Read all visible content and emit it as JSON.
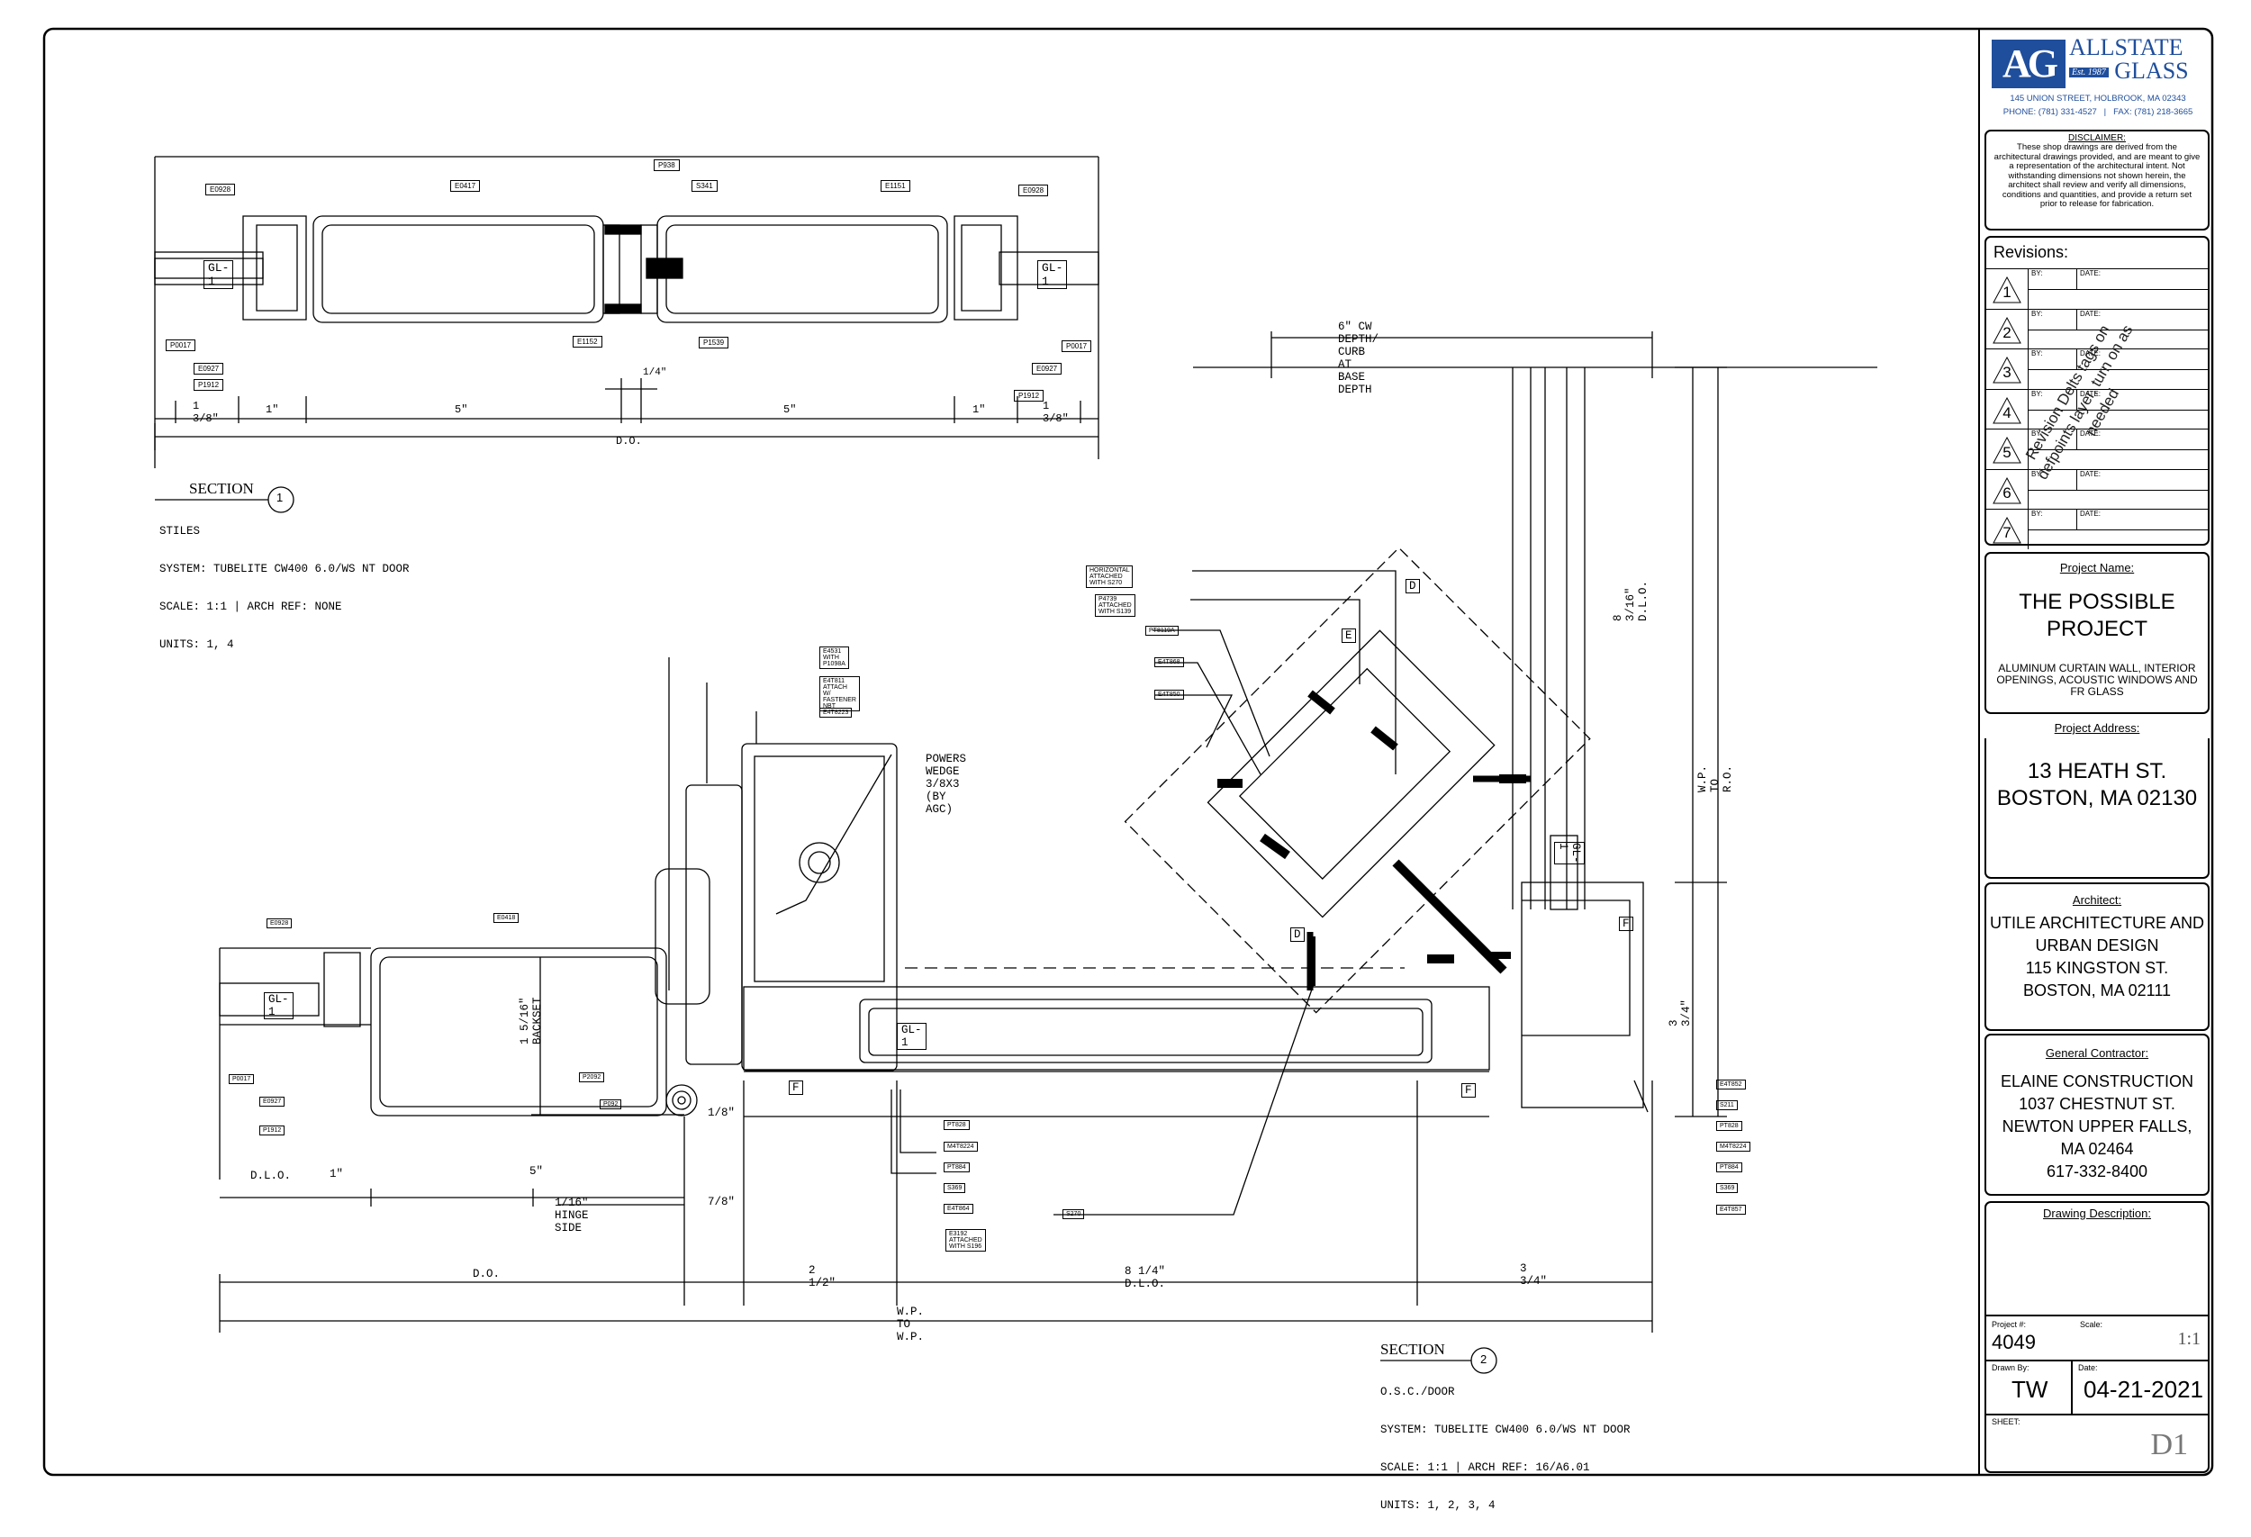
{
  "company": {
    "logo_letters": "AG",
    "name_line1": "ALLSTATE",
    "name_line2": "GLASS",
    "established": "Est. 1987",
    "address": "145 UNION STREET, HOLBROOK, MA 02343",
    "contact": "PHONE: (781) 331-4527   |   FAX: (781) 218-3665",
    "brand_color": "#1f4e9c"
  },
  "disclaimer": {
    "heading": "DISCLAIMER:",
    "text": "These shop drawings are derived from the architectural drawings provided, and are meant to give a representation of the architectural intent. Not withstanding dimensions not shown herein, the architect shall review and verify all dimensions, conditions and quantities, and provide a return set prior to release for fabrication."
  },
  "revisions": {
    "heading": "Revisions:",
    "by_label": "BY:",
    "date_label": "DATE:",
    "numbers": [
      "1",
      "2",
      "3",
      "4",
      "5",
      "6",
      "7"
    ],
    "note": "Revision Delts tags on defpoints layer, turn on as needed"
  },
  "project_name": {
    "label": "Project Name:",
    "value": "THE POSSIBLE PROJECT",
    "scope": "ALUMINUM CURTAIN WALL, INTERIOR OPENINGS, ACOUSTIC WINDOWS AND FR GLASS"
  },
  "project_address": {
    "label": "Project Address:",
    "line1": "13 HEATH ST.",
    "line2": "BOSTON, MA 02130"
  },
  "architect": {
    "label": "Architect:",
    "line1": "UTILE ARCHITECTURE AND",
    "line2": "URBAN DESIGN",
    "line3": "115 KINGSTON ST.",
    "line4": "BOSTON, MA 02111"
  },
  "general_contractor": {
    "label": "General Contractor:",
    "line1": "ELAINE CONSTRUCTION",
    "line2": "1037 CHESTNUT ST.",
    "line3": "NEWTON UPPER FALLS,",
    "line4": "MA 02464",
    "line5": "617-332-8400"
  },
  "drawing_description": {
    "label": "Drawing Description:",
    "value": ""
  },
  "project_number": {
    "label": "Project #:",
    "value": "4049"
  },
  "scale": {
    "label": "Scale:",
    "value": "1:1"
  },
  "drawn_by": {
    "label": "Drawn By:",
    "value": "TW"
  },
  "date": {
    "label": "Date:",
    "value": "04-21-2021"
  },
  "sheet": {
    "label": "SHEET:",
    "value": "D1"
  },
  "section1": {
    "title": "SECTION",
    "number": "1",
    "lines": [
      "STILES",
      "SYSTEM: TUBELITE CW400 6.0/WS NT DOOR",
      "SCALE: 1:1 | ARCH REF: NONE",
      "UNITS: 1, 4"
    ],
    "parts": [
      "E0928",
      "E0417",
      "P938",
      "S341",
      "E1151",
      "E0928",
      "P0017",
      "E0927",
      "P1912",
      "E1152",
      "P1539",
      "P0017",
      "E0927",
      "P1912"
    ],
    "glass_tags": [
      "GL-1",
      "GL-1"
    ],
    "dims": [
      "1 3/8\"",
      "1\"",
      "5\"",
      "5\"",
      "1\"",
      "1 3/8\"",
      "1/4\"",
      "D.O."
    ]
  },
  "section2": {
    "title": "SECTION",
    "number": "2",
    "lines": [
      "O.S.C./DOOR",
      "SYSTEM: TUBELITE CW400 6.0/WS NT DOOR",
      "SCALE: 1:1 | ARCH REF: 16/A6.01",
      "UNITS: 1, 2, 3, 4"
    ],
    "callouts": {
      "top": [
        "E4531 WITH P1098A",
        "E4T811 ATTACH W/ FASTENER NBT",
        "E4T8223"
      ],
      "left": [
        "E0928",
        "E0418",
        "P0017",
        "E0927",
        "P1912",
        "P2092",
        "P092"
      ],
      "diag": [
        "HORIZONTAL ATTACHED WITH S270",
        "P4739 ATTACHED WITH S139",
        "PT8119A",
        "E4T868",
        "E4T850"
      ],
      "bottom": [
        "PT828",
        "M4T8224",
        "PT884",
        "S369",
        "E4T864",
        "E3192 ATTACHED WITH S196",
        "S270"
      ],
      "right": [
        "E4T852",
        "S211",
        "PT828",
        "M4T8224",
        "PT884",
        "S369",
        "E4T857"
      ]
    },
    "note_anchor": "POWERS WEDGE 3/8X3 (BY AGC)",
    "depth_label": "6\" CW DEPTH/ CURB AT BASE DEPTH",
    "vertical_labels": [
      "8 3/16\" D.L.O.",
      "W.P. TO R.O.",
      "3 3/4\""
    ],
    "tags": [
      "GL-1",
      "GL-1",
      "GL-1",
      "D",
      "D",
      "E",
      "E",
      "F",
      "F",
      "F"
    ],
    "dims": [
      "D.L.O.",
      "1\"",
      "5\"",
      "1/16\" HINGE SIDE",
      "7/8\"",
      "1/8\"",
      "D.O.",
      "2 1/2\"",
      "8 1/4\" D.L.O.",
      "3 3/4\"",
      "W.P. TO W.P.",
      "1 5/16\" BACKSET"
    ]
  }
}
